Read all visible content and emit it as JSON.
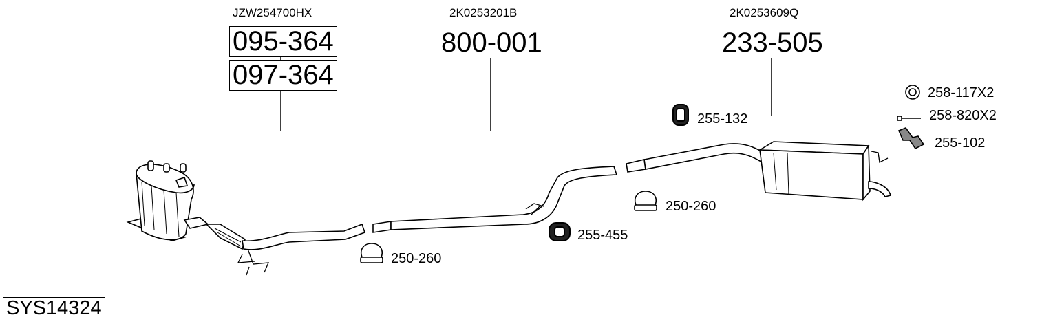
{
  "parts": {
    "cat": {
      "oe_number": "JZW254700HX",
      "numbers": [
        "095-364",
        "097-364"
      ]
    },
    "middle": {
      "oe_number": "2K0253201B",
      "number": "800-001"
    },
    "rear": {
      "oe_number": "2K0253609Q",
      "number": "233-505"
    }
  },
  "accessories": {
    "clamp_front": "250-260",
    "clamp_rear": "250-260",
    "hanger_mid": "255-455",
    "hanger_rear": "255-132",
    "ring": "258-117X2",
    "bolt": "258-820X2",
    "bracket": "255-102"
  },
  "system_id": "SYS14324"
}
